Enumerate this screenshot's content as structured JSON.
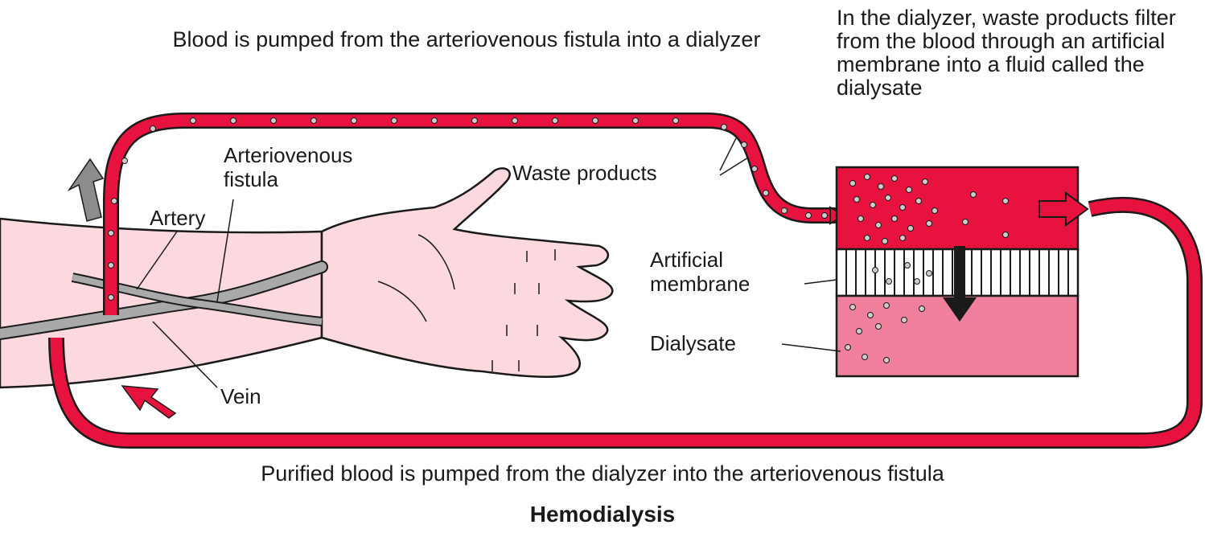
{
  "title": "Hemodialysis",
  "captions": {
    "top": "Blood is pumped from the arteriovenous fistula into a dialyzer",
    "right": "In the dialyzer, waste products filter from the blood through an artificial membrane into a fluid called the dialysate",
    "bottom": "Purified blood is pumped from the dialyzer into the arteriovenous fistula"
  },
  "labels": {
    "fistula": "Arteriovenous fistula",
    "artery": "Artery",
    "vein": "Vein",
    "waste": "Waste products",
    "membrane": "Artificial membrane",
    "dialysate": "Dialysate"
  },
  "colors": {
    "blood": "#e8123f",
    "skin": "#fbd9de",
    "vessel": "#a9a9a9",
    "dialysate": "#ef7f9a",
    "outline": "#1a1a1a"
  }
}
